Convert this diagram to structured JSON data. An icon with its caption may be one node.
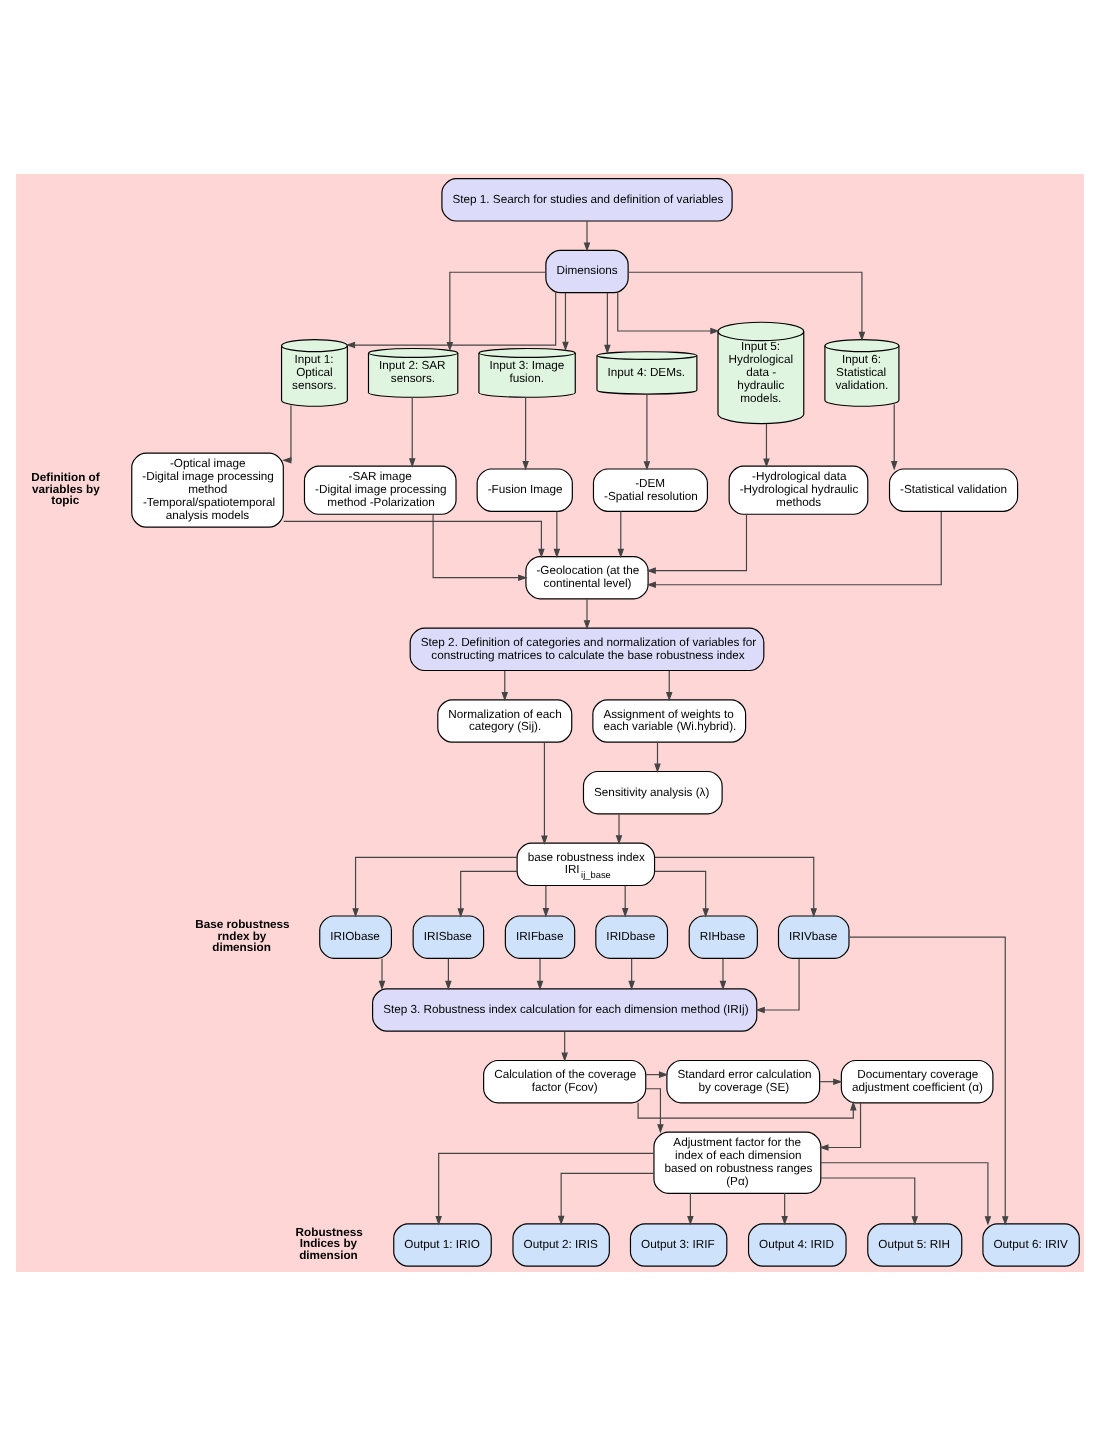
{
  "diagram": {
    "nodes": [
      {
        "text": [
          "Step 1. Search for studies and definition of variables"
        ]
      },
      {
        "text": [
          "Dimensions"
        ]
      },
      {
        "text": [
          "Input 1: Optical sensors."
        ]
      },
      {
        "text": [
          "Input 2: SAR sensors."
        ]
      },
      {
        "text": [
          "Input 3: Image fusion."
        ]
      },
      {
        "text": [
          "Input 4: DEMs."
        ]
      },
      {
        "text": [
          "Input 5: Hydrological data - hydraulic models."
        ]
      },
      {
        "text": [
          "Input 6: Statistical validation."
        ]
      },
      {
        "text": [
          "-Optical image",
          "-Digital image processing method",
          "-Temporal/spatiotemporal analysis models"
        ]
      },
      {
        "text": [
          "-SAR image",
          "-Digital image processing method -Polarization"
        ]
      },
      {
        "text": [
          "-Fusion Image"
        ]
      },
      {
        "text": [
          "-DEM",
          "-Spatial resolution"
        ]
      },
      {
        "text": [
          "-Hydrological data",
          "-Hydrological hydraulic methods"
        ]
      },
      {
        "text": [
          "-Statistical validation"
        ]
      },
      {
        "text": [
          "-Geolocation (at the continental level)"
        ]
      },
      {
        "text": [
          "Step 2. Definition of categories and normalization of variables for constructing matrices to calculate the base robustness index"
        ]
      },
      {
        "text": [
          "Normalization of each category (Sij)."
        ]
      },
      {
        "text": [
          "Assignment of weights to each variable (Wi.hybrid)."
        ]
      },
      {
        "text": [
          "Sensitivity analysis (λ)"
        ]
      },
      {
        "text": [
          "base robustness index IRI$_{ij_base}$"
        ]
      },
      {
        "text": [
          "IRIObase"
        ]
      },
      {
        "text": [
          "IRISbase"
        ]
      },
      {
        "text": [
          "IRIFbase"
        ]
      },
      {
        "text": [
          "IRIDbase"
        ]
      },
      {
        "text": [
          "RIHbase"
        ]
      },
      {
        "text": [
          "IRIVbase"
        ]
      },
      {
        "text": [
          "Step 3. Robustness index calculation for each dimension method (IRIj)"
        ]
      },
      {
        "text": [
          "Calculation of the coverage factor (Fcov)"
        ]
      },
      {
        "text": [
          "Standard error calculation by coverage (SE)"
        ]
      },
      {
        "text": [
          "Documentary coverage adjustment coefficient (α)"
        ]
      },
      {
        "text": [
          "Adjustment factor for the index of each dimension based on robustness ranges (Pα)"
        ]
      },
      {
        "text": [
          "Output 1: IRIO"
        ]
      },
      {
        "text": [
          "Output 2: IRIS"
        ]
      },
      {
        "text": [
          "Output 3: IRIF"
        ]
      },
      {
        "text": [
          "Output 4: IRID"
        ]
      },
      {
        "text": [
          "Output 5: RIH"
        ]
      },
      {
        "text": [
          "Output 6: IRIV"
        ]
      }
    ],
    "edges": [
      {
        "from": 0,
        "to": 1,
        "arrow": "to"
      },
      {
        "from": 1,
        "to": 2,
        "arrow": "to"
      },
      {
        "from": 1,
        "to": 3,
        "arrow": "to"
      },
      {
        "from": 1,
        "to": 4,
        "arrow": "to"
      },
      {
        "from": 1,
        "to": 5,
        "arrow": "to"
      },
      {
        "from": 1,
        "to": 6,
        "arrow": "to"
      },
      {
        "from": 1,
        "to": 7,
        "arrow": "to"
      },
      {
        "from": 2,
        "to": 8,
        "arrow": "to"
      },
      {
        "from": 3,
        "to": 9,
        "arrow": "to"
      },
      {
        "from": 4,
        "to": 10,
        "arrow": "to"
      },
      {
        "from": 5,
        "to": 11,
        "arrow": "to"
      },
      {
        "from": 6,
        "to": 12,
        "arrow": "to"
      },
      {
        "from": 7,
        "to": 13,
        "arrow": "to"
      },
      {
        "from": 8,
        "to": 14,
        "arrow": "to"
      },
      {
        "from": 9,
        "to": 14,
        "arrow": "to"
      },
      {
        "from": 10,
        "to": 14,
        "arrow": "to"
      },
      {
        "from": 11,
        "to": 14,
        "arrow": "to"
      },
      {
        "from": 12,
        "to": 14,
        "arrow": "to"
      },
      {
        "from": 13,
        "to": 14,
        "arrow": "to"
      },
      {
        "from": 14,
        "to": 15,
        "arrow": "to"
      },
      {
        "from": 15,
        "to": 16,
        "arrow": "to"
      },
      {
        "from": 15,
        "to": 17,
        "arrow": "to"
      },
      {
        "from": 16,
        "to": 19,
        "arrow": "to"
      },
      {
        "from": 17,
        "to": 18,
        "arrow": "to"
      },
      {
        "from": 18,
        "to": 19,
        "arrow": "to"
      },
      {
        "from": 19,
        "to": 20,
        "arrow": "to"
      },
      {
        "from": 19,
        "to": 21,
        "arrow": "to"
      },
      {
        "from": 19,
        "to": 22,
        "arrow": "to"
      },
      {
        "from": 19,
        "to": 23,
        "arrow": "to"
      },
      {
        "from": 19,
        "to": 24,
        "arrow": "to"
      },
      {
        "from": 19,
        "to": 25,
        "arrow": "to"
      },
      {
        "from": 20,
        "to": 26,
        "arrow": "to"
      },
      {
        "from": 21,
        "to": 26,
        "arrow": "to"
      },
      {
        "from": 22,
        "to": 26,
        "arrow": "to"
      },
      {
        "from": 23,
        "to": 26,
        "arrow": "to"
      },
      {
        "from": 24,
        "to": 26,
        "arrow": "to"
      },
      {
        "from": 25,
        "to": 26,
        "arrow": "to"
      },
      {
        "from": 26,
        "to": 27,
        "arrow": "to"
      },
      {
        "from": 27,
        "to": 28,
        "arrow": "to"
      },
      {
        "from": 28,
        "to": 29,
        "arrow": "to"
      },
      {
        "from": 27,
        "to": 29,
        "arrow": "to"
      },
      {
        "from": 27,
        "to": 30,
        "arrow": "to"
      },
      {
        "from": 29,
        "to": 30,
        "arrow": "to"
      },
      {
        "from": 30,
        "to": 31,
        "arrow": "to"
      },
      {
        "from": 30,
        "to": 32,
        "arrow": "to"
      },
      {
        "from": 30,
        "to": 33,
        "arrow": "to"
      },
      {
        "from": 30,
        "to": 34,
        "arrow": "to"
      },
      {
        "from": 30,
        "to": 35,
        "arrow": "to"
      },
      {
        "from": 30,
        "to": 36,
        "arrow": "to"
      },
      {
        "from": 25,
        "to": 36,
        "arrow": "to"
      }
    ],
    "labels": [
      "Definition of variables by topic",
      "Base robustness rndex by dimension",
      "Robustness Indices by dimension"
    ]
  }
}
